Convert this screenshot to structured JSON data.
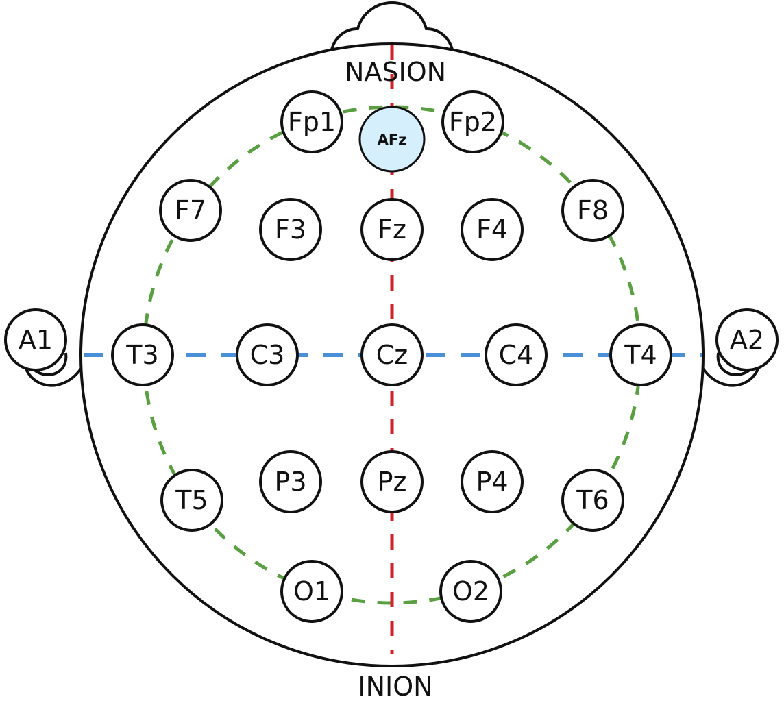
{
  "title": "10-20 EEG Electrode Placement",
  "landmarks": {
    "top": "NASION",
    "bottom": "INION"
  },
  "colors": {
    "outline": "#111111",
    "midline": "#d0202a",
    "coronal": "#4a90d9",
    "circumference": "#5aa043",
    "highlight_fill": "#d6effc"
  },
  "electrodes": [
    {
      "id": "Fp1",
      "label": "Fp1"
    },
    {
      "id": "Fp2",
      "label": "Fp2"
    },
    {
      "id": "F7",
      "label": "F7"
    },
    {
      "id": "F3",
      "label": "F3"
    },
    {
      "id": "Fz",
      "label": "Fz"
    },
    {
      "id": "F4",
      "label": "F4"
    },
    {
      "id": "F8",
      "label": "F8"
    },
    {
      "id": "A1",
      "label": "A1"
    },
    {
      "id": "T3",
      "label": "T3"
    },
    {
      "id": "C3",
      "label": "C3"
    },
    {
      "id": "Cz",
      "label": "Cz"
    },
    {
      "id": "C4",
      "label": "C4"
    },
    {
      "id": "T4",
      "label": "T4"
    },
    {
      "id": "A2",
      "label": "A2"
    },
    {
      "id": "T5",
      "label": "T5"
    },
    {
      "id": "P3",
      "label": "P3"
    },
    {
      "id": "Pz",
      "label": "Pz"
    },
    {
      "id": "P4",
      "label": "P4"
    },
    {
      "id": "T6",
      "label": "T6"
    },
    {
      "id": "O1",
      "label": "O1"
    },
    {
      "id": "O2",
      "label": "O2"
    }
  ],
  "highlighted": {
    "id": "AFz",
    "label": "AFz"
  }
}
